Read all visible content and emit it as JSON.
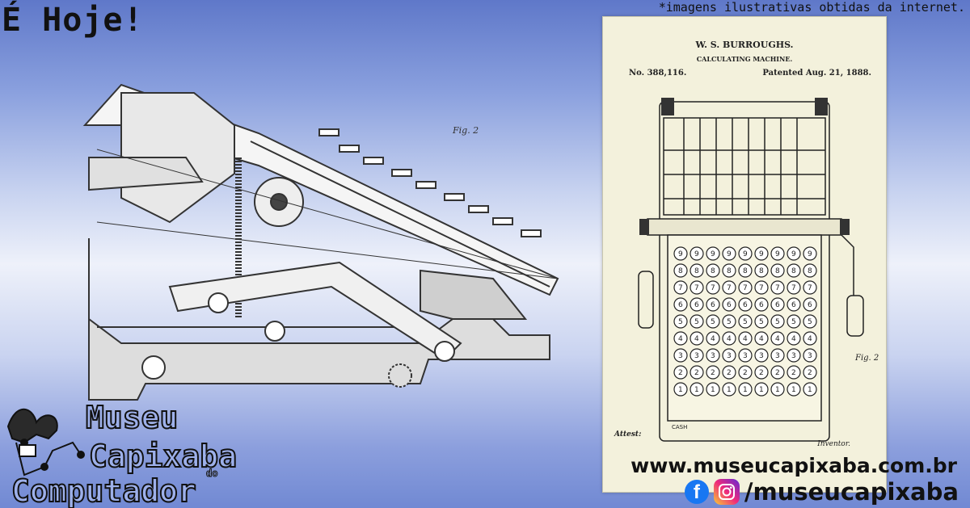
{
  "headline": "É Hoje!",
  "disclaimer": "*imagens ilustrativas obtidas da internet.",
  "patent": {
    "inventor": "W. S. BURROUGHS.",
    "title": "CALCULATING MACHINE.",
    "number": "No. 388,116.",
    "date": "Patented Aug. 21, 1888.",
    "figure": "Fig. 2",
    "attest": "Attest:",
    "inventor_label": "Inventor.",
    "cash_label": "CASH"
  },
  "left_drawing": {
    "figure": "Fig. 2"
  },
  "logo": {
    "line1": "Museu",
    "line2": "Capixaba",
    "line3": "do",
    "line4": "Computador"
  },
  "contact": {
    "website": "www.museucapixaba.com.br",
    "handle": "/museucapixaba"
  },
  "colors": {
    "bg_top": "#5f78c9",
    "bg_mid": "#eef1fa",
    "paper": "#f3f1dc",
    "facebook": "#1877f2",
    "ink": "#111111"
  }
}
